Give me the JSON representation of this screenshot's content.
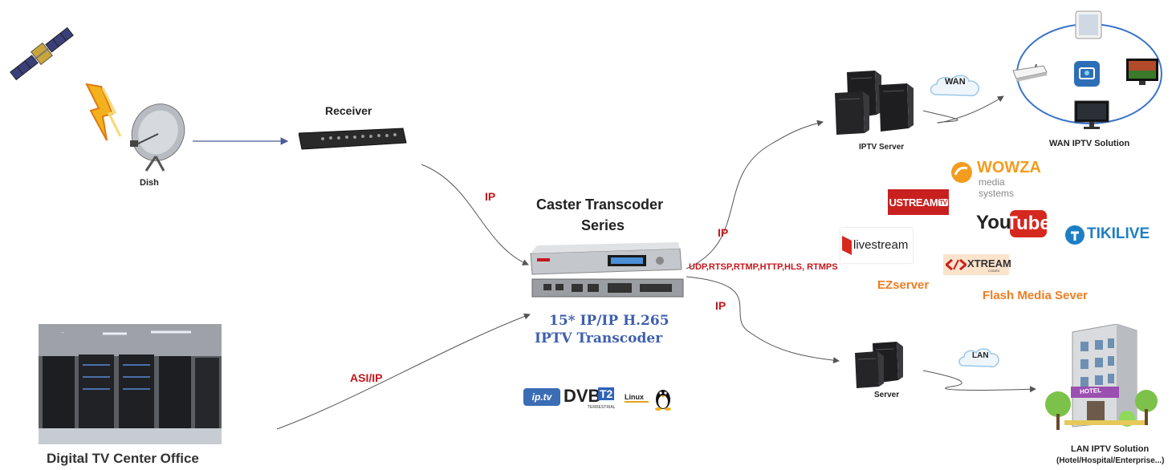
{
  "labels": {
    "dish": "Dish",
    "receiver": "Receiver",
    "ip_in": "IP",
    "asi_ip": "ASI/IP",
    "digital_tv": "Digital TV Center Office",
    "transcoder_title_1": "Caster Transcoder",
    "transcoder_title_2": "Series",
    "transcoder_model_1": "15* IP/IP H.265",
    "transcoder_model_2": "IPTV Transcoder",
    "ip_out_top": "IP",
    "ip_out_bottom": "IP",
    "protocols": "UDP,RTSP,RTMP,HTTP,HLS, RTMPS",
    "iptv_server": "IPTV Server",
    "wan": "WAN",
    "wan_solution": "WAN IPTV Solution",
    "server": "Server",
    "lan": "LAN",
    "lan_solution": "LAN IPTV Solution",
    "lan_solution_sub": "(Hotel/Hospital/Enterprise...)",
    "ezserver": "EZserver",
    "flash_media": "Flash Media Sever"
  },
  "logos": {
    "wowza_main": "WOWZA",
    "wowza_sub": "media systems",
    "ustream": "USTREAM",
    "ustream_tv": "TV",
    "youtube_you": "You",
    "youtube_tube": "Tube",
    "tikilive": "TIKILIVE",
    "livestream": "livestream",
    "xtream": "XTREAM",
    "xtream_sub": "CODES",
    "iptv": "ip.tv",
    "dvb": "DVB",
    "dvb_t2": "T2",
    "dvb_sub": "TERRESTRIAL",
    "linux": "Linux",
    "hotel": "HOTEL"
  },
  "colors": {
    "accent_red": "#c4161c",
    "accent_orange": "#ef7d22",
    "transcoder_blue": "#3f5fae",
    "line_gray": "#555555",
    "arrow_blue": "#4a5a9a"
  }
}
